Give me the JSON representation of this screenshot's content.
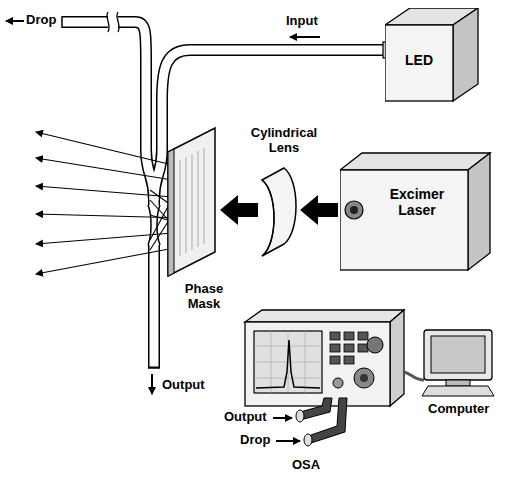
{
  "diagram": {
    "nodes": [
      {
        "text": [
          "LED"
        ]
      },
      {
        "text": [
          "Excimer Laser"
        ]
      }
    ],
    "labels": [
      "Drop",
      "Input",
      "Cylindrical Lens",
      "Phase Mask",
      "Output",
      "Output",
      "Drop",
      "OSA",
      "Computer"
    ]
  }
}
